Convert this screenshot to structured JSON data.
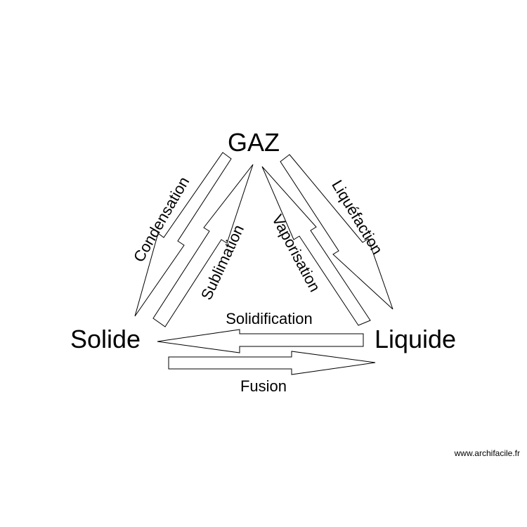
{
  "states": {
    "gas": "GAZ",
    "solid": "Solide",
    "liquid": "Liquide"
  },
  "processes": {
    "condensation": "Condensation",
    "sublimation": "Sublimation",
    "vaporisation": "Vaporisation",
    "liquefaction": "Liquéfaction",
    "solidification": "Solidification",
    "fusion": "Fusion"
  },
  "watermark": "www.archifacile.fr",
  "colors": {
    "background": "#ffffff",
    "ink": "#000000"
  }
}
